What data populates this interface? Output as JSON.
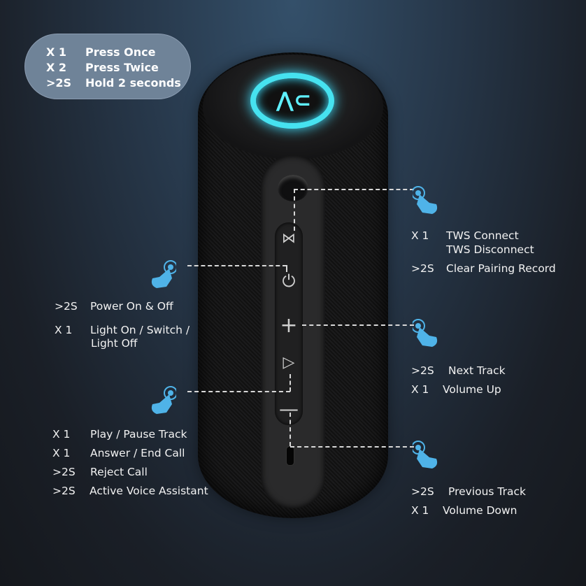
{
  "legend": [
    {
      "key": "X 1",
      "label": "Press Once"
    },
    {
      "key": "X 2",
      "label": "Press Twice"
    },
    {
      "key": ">2S",
      "label": "Hold 2 seconds"
    }
  ],
  "speaker": {
    "logo": "AC",
    "buttons": [
      "bluetooth-tws",
      "power",
      "plus",
      "play",
      "minus"
    ]
  },
  "tws": [
    {
      "key": "X 1",
      "label": "TWS Connect"
    },
    {
      "key": "",
      "label": "TWS Disconnect"
    },
    {
      "key": ">2S",
      "label": "Clear Pairing Record"
    }
  ],
  "power": [
    {
      "key": ">2S",
      "label": "Power On & Off"
    },
    {
      "key": "X 1",
      "label": "Light On / Switch /"
    },
    {
      "key": "",
      "label": "Light Off"
    }
  ],
  "plus": [
    {
      "key": ">2S",
      "label": "Next Track"
    },
    {
      "key": "X 1",
      "label": "Volume Up"
    }
  ],
  "play": [
    {
      "key": "X 1",
      "label": "Play / Pause Track"
    },
    {
      "key": "X 1",
      "label": "Answer / End Call"
    },
    {
      "key": ">2S",
      "label": "Reject Call"
    },
    {
      "key": ">2S",
      "label": "Active Voice Assistant"
    }
  ],
  "minus": [
    {
      "key": ">2S",
      "label": "Previous Track"
    },
    {
      "key": "X 1",
      "label": "Volume Down"
    }
  ],
  "colors": {
    "accent": "#46e2f0",
    "hand": "#4fb3e8"
  }
}
